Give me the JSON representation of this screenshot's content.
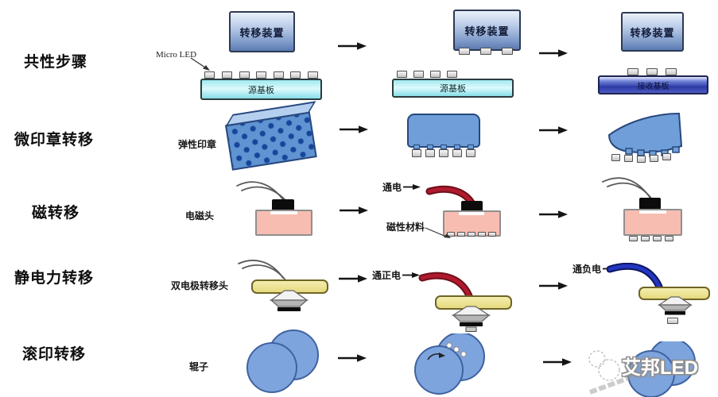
{
  "rows": {
    "common": {
      "label": "共性步骤"
    },
    "stamp": {
      "label": "微印章转移",
      "item": "弹性印章"
    },
    "magnet": {
      "label": "磁转移",
      "item": "电磁头",
      "power": "通电",
      "material": "磁性材料"
    },
    "electro": {
      "label": "静电力转移",
      "item": "双电极转移头",
      "positive": "通正电",
      "negative": "通负电"
    },
    "roll": {
      "label": "滚印转移",
      "item": "辊子"
    }
  },
  "labels": {
    "device": "转移装置",
    "micro_led": "Micro LED",
    "source_substrate": "源基板",
    "receiving_substrate": "接收基板"
  },
  "watermark": {
    "text": "艾邦LED"
  },
  "colors": {
    "device_box_blue": "#7e9ac8",
    "source_substrate_cyan": "#9fe9ef",
    "receiving_substrate_blue": "#2c3aa6",
    "stamp_blue": "#6f9ed8",
    "magnet_pink": "#f7bdb1",
    "electrode_yellow": "#e6da7e",
    "roller_blue": "#7ea4dd",
    "wire_red": "#b01a2e",
    "wire_blue": "#2336c0",
    "arrow_black": "#151515"
  }
}
